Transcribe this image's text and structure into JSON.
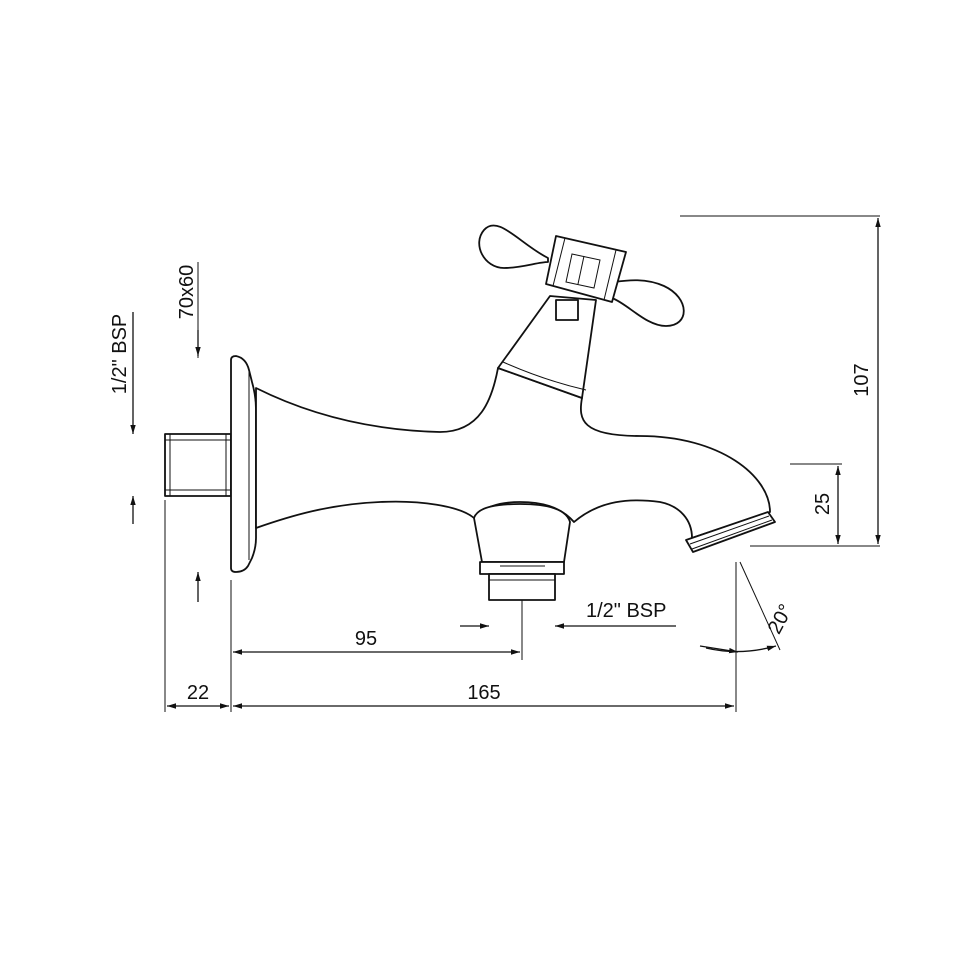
{
  "dimensions": {
    "thread_left": "1/2\" BSP",
    "flange_size": "70x60",
    "height_total": "107",
    "outlet_height": "25",
    "outlet_angle": "20°",
    "thread_bottom": "1/2\" BSP",
    "inlet_distance": "95",
    "wall_depth": "22",
    "overall_length": "165"
  }
}
